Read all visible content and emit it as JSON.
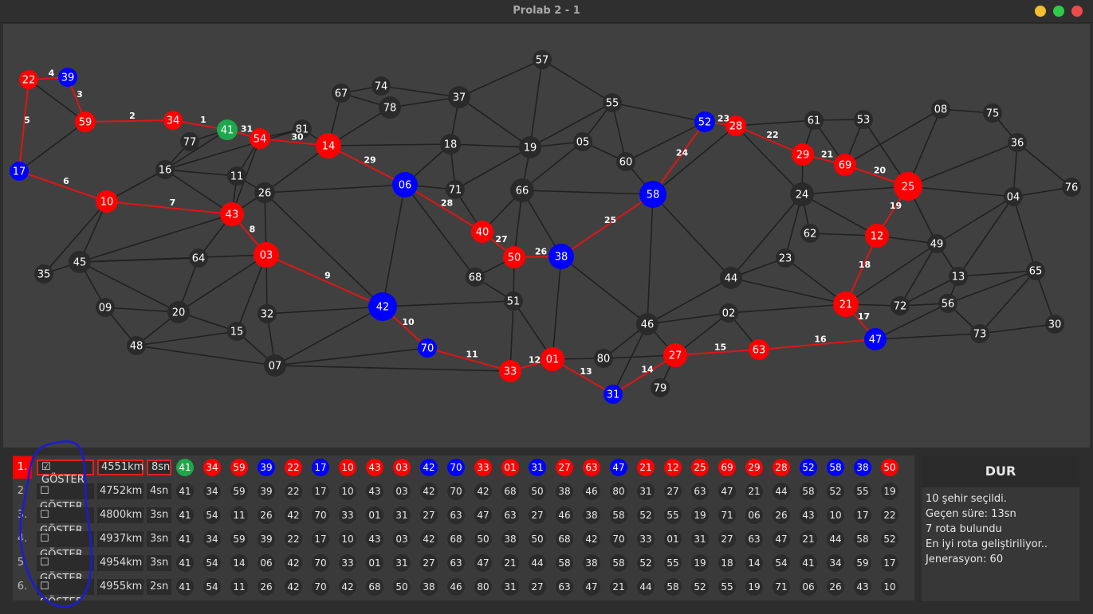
{
  "window": {
    "title": "Prolab 2 - 1"
  },
  "colors": {
    "node_default": "#2a2a2a",
    "node_route": "#ff0000",
    "node_special": "#0000ff",
    "node_start": "#1ea84b",
    "edge": "#202020",
    "route_edge": "#e01515",
    "window_bg": "#404040"
  },
  "graph": {
    "nodes": [
      {
        "id": "22",
        "c": "red"
      },
      {
        "id": "39",
        "c": "blue"
      },
      {
        "id": "59",
        "c": "red"
      },
      {
        "id": "34",
        "c": "red"
      },
      {
        "id": "41",
        "c": "green"
      },
      {
        "id": "17",
        "c": "blue"
      },
      {
        "id": "77",
        "c": "def"
      },
      {
        "id": "81",
        "c": "def"
      },
      {
        "id": "54",
        "c": "red"
      },
      {
        "id": "14",
        "c": "red"
      },
      {
        "id": "67",
        "c": "def"
      },
      {
        "id": "74",
        "c": "def"
      },
      {
        "id": "78",
        "c": "def"
      },
      {
        "id": "37",
        "c": "def"
      },
      {
        "id": "57",
        "c": "def"
      },
      {
        "id": "18",
        "c": "def"
      },
      {
        "id": "19",
        "c": "def"
      },
      {
        "id": "55",
        "c": "def"
      },
      {
        "id": "05",
        "c": "def"
      },
      {
        "id": "60",
        "c": "def"
      },
      {
        "id": "52",
        "c": "blue"
      },
      {
        "id": "28",
        "c": "red"
      },
      {
        "id": "61",
        "c": "def"
      },
      {
        "id": "53",
        "c": "def"
      },
      {
        "id": "08",
        "c": "def"
      },
      {
        "id": "75",
        "c": "def"
      },
      {
        "id": "36",
        "c": "def"
      },
      {
        "id": "76",
        "c": "def"
      },
      {
        "id": "16",
        "c": "def"
      },
      {
        "id": "11",
        "c": "def"
      },
      {
        "id": "10",
        "c": "red"
      },
      {
        "id": "26",
        "c": "def"
      },
      {
        "id": "43",
        "c": "red"
      },
      {
        "id": "06",
        "c": "blue"
      },
      {
        "id": "71",
        "c": "def"
      },
      {
        "id": "66",
        "c": "def"
      },
      {
        "id": "58",
        "c": "blue"
      },
      {
        "id": "29",
        "c": "red"
      },
      {
        "id": "69",
        "c": "red"
      },
      {
        "id": "25",
        "c": "red"
      },
      {
        "id": "24",
        "c": "def"
      },
      {
        "id": "04",
        "c": "def"
      },
      {
        "id": "62",
        "c": "def"
      },
      {
        "id": "12",
        "c": "red"
      },
      {
        "id": "49",
        "c": "def"
      },
      {
        "id": "35",
        "c": "def"
      },
      {
        "id": "45",
        "c": "def"
      },
      {
        "id": "64",
        "c": "def"
      },
      {
        "id": "03",
        "c": "red"
      },
      {
        "id": "40",
        "c": "red"
      },
      {
        "id": "50",
        "c": "red"
      },
      {
        "id": "38",
        "c": "blue"
      },
      {
        "id": "68",
        "c": "def"
      },
      {
        "id": "23",
        "c": "def"
      },
      {
        "id": "44",
        "c": "def"
      },
      {
        "id": "13",
        "c": "def"
      },
      {
        "id": "65",
        "c": "def"
      },
      {
        "id": "09",
        "c": "def"
      },
      {
        "id": "20",
        "c": "def"
      },
      {
        "id": "32",
        "c": "def"
      },
      {
        "id": "42",
        "c": "blue"
      },
      {
        "id": "51",
        "c": "def"
      },
      {
        "id": "21",
        "c": "red"
      },
      {
        "id": "72",
        "c": "def"
      },
      {
        "id": "56",
        "c": "def"
      },
      {
        "id": "15",
        "c": "def"
      },
      {
        "id": "48",
        "c": "def"
      },
      {
        "id": "46",
        "c": "def"
      },
      {
        "id": "02",
        "c": "def"
      },
      {
        "id": "30",
        "c": "def"
      },
      {
        "id": "73",
        "c": "def"
      },
      {
        "id": "70",
        "c": "blue"
      },
      {
        "id": "07",
        "c": "def"
      },
      {
        "id": "47",
        "c": "blue"
      },
      {
        "id": "33",
        "c": "red"
      },
      {
        "id": "01",
        "c": "red"
      },
      {
        "id": "80",
        "c": "def"
      },
      {
        "id": "27",
        "c": "red"
      },
      {
        "id": "63",
        "c": "red"
      },
      {
        "id": "31",
        "c": "blue"
      },
      {
        "id": "79",
        "c": "def"
      }
    ],
    "edges": [
      [
        "22",
        "39"
      ],
      [
        "22",
        "59"
      ],
      [
        "39",
        "59"
      ],
      [
        "22",
        "17"
      ],
      [
        "59",
        "34"
      ],
      [
        "59",
        "17"
      ],
      [
        "34",
        "41"
      ],
      [
        "41",
        "54"
      ],
      [
        "41",
        "16"
      ],
      [
        "41",
        "77"
      ],
      [
        "54",
        "81"
      ],
      [
        "54",
        "14"
      ],
      [
        "54",
        "11"
      ],
      [
        "54",
        "43"
      ],
      [
        "81",
        "14"
      ],
      [
        "81",
        "16"
      ],
      [
        "14",
        "67"
      ],
      [
        "14",
        "78"
      ],
      [
        "14",
        "26"
      ],
      [
        "14",
        "18"
      ],
      [
        "14",
        "06"
      ],
      [
        "67",
        "74"
      ],
      [
        "67",
        "78"
      ],
      [
        "74",
        "37"
      ],
      [
        "78",
        "37"
      ],
      [
        "37",
        "57"
      ],
      [
        "37",
        "18"
      ],
      [
        "37",
        "19"
      ],
      [
        "57",
        "19"
      ],
      [
        "57",
        "55"
      ],
      [
        "18",
        "19"
      ],
      [
        "18",
        "71"
      ],
      [
        "18",
        "06"
      ],
      [
        "19",
        "55"
      ],
      [
        "19",
        "05"
      ],
      [
        "19",
        "71"
      ],
      [
        "19",
        "66"
      ],
      [
        "55",
        "05"
      ],
      [
        "55",
        "60"
      ],
      [
        "55",
        "52"
      ],
      [
        "05",
        "60"
      ],
      [
        "05",
        "66"
      ],
      [
        "60",
        "52"
      ],
      [
        "60",
        "58"
      ],
      [
        "52",
        "28"
      ],
      [
        "28",
        "58"
      ],
      [
        "28",
        "61"
      ],
      [
        "28",
        "29"
      ],
      [
        "28",
        "24"
      ],
      [
        "61",
        "29"
      ],
      [
        "61",
        "53"
      ],
      [
        "61",
        "69"
      ],
      [
        "53",
        "69"
      ],
      [
        "53",
        "25"
      ],
      [
        "08",
        "25"
      ],
      [
        "08",
        "75"
      ],
      [
        "08",
        "69"
      ],
      [
        "75",
        "36"
      ],
      [
        "36",
        "25"
      ],
      [
        "36",
        "04"
      ],
      [
        "36",
        "76"
      ],
      [
        "04",
        "76"
      ],
      [
        "04",
        "25"
      ],
      [
        "04",
        "49"
      ],
      [
        "04",
        "13"
      ],
      [
        "04",
        "65"
      ],
      [
        "29",
        "69"
      ],
      [
        "29",
        "24"
      ],
      [
        "69",
        "25"
      ],
      [
        "24",
        "25"
      ],
      [
        "24",
        "12"
      ],
      [
        "24",
        "62"
      ],
      [
        "24",
        "23"
      ],
      [
        "24",
        "44"
      ],
      [
        "62",
        "12"
      ],
      [
        "12",
        "25"
      ],
      [
        "12",
        "21"
      ],
      [
        "12",
        "49"
      ],
      [
        "49",
        "25"
      ],
      [
        "49",
        "13"
      ],
      [
        "49",
        "21"
      ],
      [
        "49",
        "72"
      ],
      [
        "13",
        "56"
      ],
      [
        "13",
        "65"
      ],
      [
        "65",
        "56"
      ],
      [
        "65",
        "73"
      ],
      [
        "65",
        "30"
      ],
      [
        "73",
        "30"
      ],
      [
        "73",
        "56"
      ],
      [
        "73",
        "47"
      ],
      [
        "56",
        "72"
      ],
      [
        "56",
        "47"
      ],
      [
        "72",
        "21"
      ],
      [
        "72",
        "13"
      ],
      [
        "21",
        "47"
      ],
      [
        "21",
        "23"
      ],
      [
        "21",
        "44"
      ],
      [
        "21",
        "02"
      ],
      [
        "23",
        "44"
      ],
      [
        "44",
        "46"
      ],
      [
        "44",
        "58"
      ],
      [
        "02",
        "46"
      ],
      [
        "02",
        "63"
      ],
      [
        "02",
        "27"
      ],
      [
        "63",
        "27"
      ],
      [
        "63",
        "47"
      ],
      [
        "46",
        "27"
      ],
      [
        "46",
        "80"
      ],
      [
        "46",
        "38"
      ],
      [
        "46",
        "58"
      ],
      [
        "58",
        "66"
      ],
      [
        "58",
        "38"
      ],
      [
        "38",
        "50"
      ],
      [
        "38",
        "66"
      ],
      [
        "38",
        "01"
      ],
      [
        "50",
        "40"
      ],
      [
        "50",
        "66"
      ],
      [
        "50",
        "51"
      ],
      [
        "50",
        "68"
      ],
      [
        "40",
        "71"
      ],
      [
        "40",
        "06"
      ],
      [
        "40",
        "66"
      ],
      [
        "68",
        "06"
      ],
      [
        "68",
        "51"
      ],
      [
        "51",
        "42"
      ],
      [
        "51",
        "33"
      ],
      [
        "51",
        "01"
      ],
      [
        "06",
        "71"
      ],
      [
        "06",
        "42"
      ],
      [
        "06",
        "26"
      ],
      [
        "26",
        "11"
      ],
      [
        "26",
        "43"
      ],
      [
        "26",
        "03"
      ],
      [
        "26",
        "42"
      ],
      [
        "11",
        "16"
      ],
      [
        "11",
        "43"
      ],
      [
        "16",
        "77"
      ],
      [
        "16",
        "43"
      ],
      [
        "16",
        "10"
      ],
      [
        "10",
        "17"
      ],
      [
        "10",
        "43"
      ],
      [
        "10",
        "35"
      ],
      [
        "10",
        "45"
      ],
      [
        "45",
        "35"
      ],
      [
        "45",
        "43"
      ],
      [
        "45",
        "64"
      ],
      [
        "45",
        "09"
      ],
      [
        "45",
        "20"
      ],
      [
        "45",
        "03"
      ],
      [
        "64",
        "43"
      ],
      [
        "64",
        "20"
      ],
      [
        "03",
        "20"
      ],
      [
        "03",
        "15"
      ],
      [
        "03",
        "32"
      ],
      [
        "03",
        "42"
      ],
      [
        "09",
        "48"
      ],
      [
        "09",
        "20"
      ],
      [
        "20",
        "48"
      ],
      [
        "20",
        "15"
      ],
      [
        "15",
        "07"
      ],
      [
        "15",
        "48"
      ],
      [
        "32",
        "07"
      ],
      [
        "32",
        "42"
      ],
      [
        "48",
        "07"
      ],
      [
        "07",
        "42"
      ],
      [
        "07",
        "70"
      ],
      [
        "07",
        "33"
      ],
      [
        "42",
        "70"
      ],
      [
        "70",
        "33"
      ],
      [
        "33",
        "01"
      ],
      [
        "01",
        "80"
      ],
      [
        "01",
        "31"
      ],
      [
        "80",
        "27"
      ],
      [
        "31",
        "27"
      ],
      [
        "27",
        "79"
      ],
      [
        "46",
        "31"
      ]
    ],
    "route": [
      "41",
      "34",
      "59",
      "39",
      "22",
      "17",
      "10",
      "43",
      "03",
      "42",
      "70",
      "33",
      "01",
      "31",
      "27",
      "63",
      "47",
      "21",
      "12",
      "25",
      "69",
      "29",
      "28",
      "52",
      "58",
      "38",
      "50",
      "40",
      "06",
      "14",
      "54",
      "41"
    ],
    "route_edge_labels": [
      "1",
      "2",
      "3",
      "4",
      "5",
      "6",
      "7",
      "8",
      "9",
      "10",
      "11",
      "12",
      "13",
      "14",
      "15",
      "16",
      "17",
      "18",
      "19",
      "20",
      "21",
      "22",
      "23",
      "24",
      "25",
      "26",
      "27",
      "28",
      "29",
      "30",
      "31"
    ]
  },
  "routes_panel": {
    "rows": [
      {
        "index": "1.",
        "button": "☑ GÖSTER",
        "distance": "4551km",
        "time": "8sn",
        "selected": true,
        "cities": [
          "41",
          "34",
          "59",
          "39",
          "22",
          "17",
          "10",
          "43",
          "03",
          "42",
          "70",
          "33",
          "01",
          "31",
          "27",
          "63",
          "47",
          "21",
          "12",
          "25",
          "69",
          "29",
          "28",
          "52",
          "58",
          "38",
          "50"
        ]
      },
      {
        "index": "2.",
        "button": "☐ GÖSTER",
        "distance": "4752km",
        "time": "4sn",
        "selected": false,
        "cities": [
          "41",
          "34",
          "59",
          "39",
          "22",
          "17",
          "10",
          "43",
          "03",
          "42",
          "70",
          "42",
          "68",
          "50",
          "38",
          "46",
          "80",
          "31",
          "27",
          "63",
          "47",
          "21",
          "44",
          "58",
          "52",
          "55",
          "19"
        ]
      },
      {
        "index": "3.",
        "button": "☐ GÖSTER",
        "distance": "4800km",
        "time": "3sn",
        "selected": false,
        "cities": [
          "41",
          "54",
          "11",
          "26",
          "42",
          "70",
          "33",
          "01",
          "31",
          "27",
          "63",
          "47",
          "63",
          "27",
          "46",
          "38",
          "58",
          "52",
          "55",
          "19",
          "71",
          "06",
          "26",
          "43",
          "10",
          "17",
          "22"
        ]
      },
      {
        "index": "4.",
        "button": "☐ GÖSTER",
        "distance": "4937km",
        "time": "3sn",
        "selected": false,
        "cities": [
          "41",
          "34",
          "59",
          "39",
          "22",
          "17",
          "10",
          "43",
          "03",
          "42",
          "68",
          "50",
          "38",
          "50",
          "68",
          "42",
          "70",
          "33",
          "01",
          "31",
          "27",
          "63",
          "47",
          "21",
          "44",
          "58",
          "52"
        ]
      },
      {
        "index": "5.",
        "button": "☐ GÖSTER",
        "distance": "4954km",
        "time": "3sn",
        "selected": false,
        "cities": [
          "41",
          "54",
          "14",
          "06",
          "42",
          "70",
          "33",
          "01",
          "31",
          "27",
          "63",
          "47",
          "21",
          "44",
          "58",
          "38",
          "58",
          "52",
          "55",
          "19",
          "18",
          "14",
          "54",
          "41",
          "34",
          "59",
          "17"
        ]
      },
      {
        "index": "6.",
        "button": "☐ GÖSTER",
        "distance": "4955km",
        "time": "2sn",
        "selected": false,
        "cities": [
          "41",
          "54",
          "11",
          "26",
          "42",
          "70",
          "42",
          "68",
          "50",
          "38",
          "46",
          "80",
          "31",
          "27",
          "63",
          "47",
          "21",
          "44",
          "58",
          "52",
          "55",
          "19",
          "71",
          "06",
          "26",
          "43",
          "10"
        ]
      }
    ]
  },
  "status_panel": {
    "stop_button": "DUR",
    "lines": [
      "10 şehir seçildi.",
      "Geçen süre: 13sn",
      "7 rota bulundu",
      "En iyi rota geliştiriliyor..",
      "Jenerasyon: 60"
    ]
  }
}
